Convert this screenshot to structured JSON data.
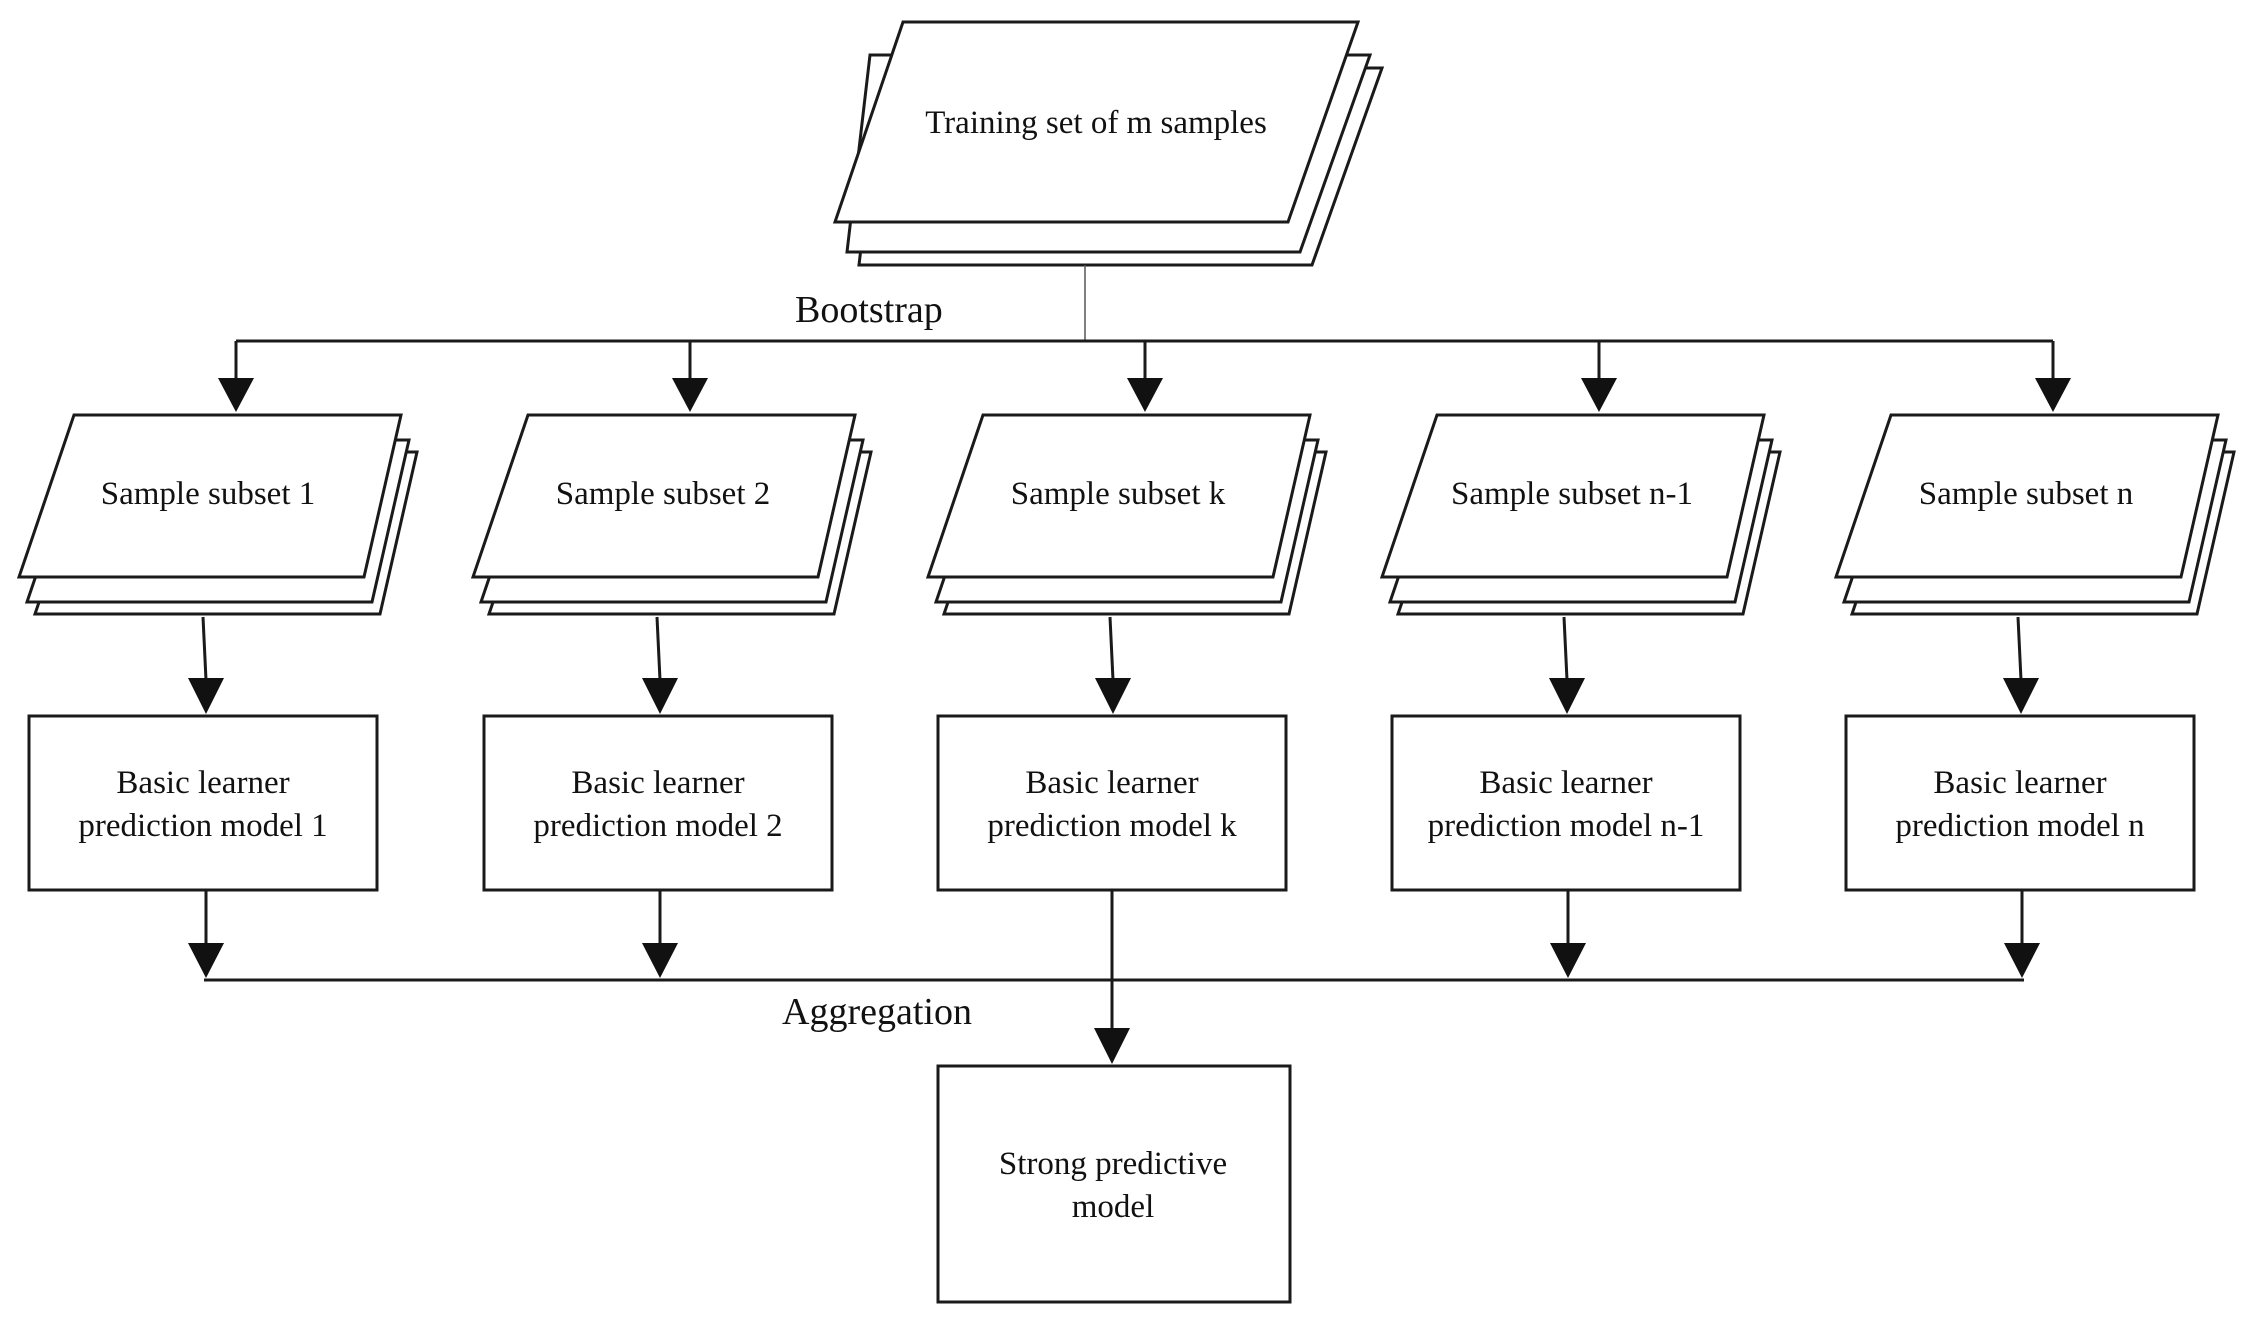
{
  "diagram": {
    "training_set": "Training set of m samples",
    "bootstrap_label": "Bootstrap",
    "aggregation_label": "Aggregation",
    "subsets": [
      "Sample subset 1",
      "Sample subset 2",
      "Sample subset k",
      "Sample subset n-1",
      "Sample subset n"
    ],
    "learners": [
      [
        "Basic learner",
        "prediction model 1"
      ],
      [
        "Basic learner",
        "prediction model 2"
      ],
      [
        "Basic learner",
        "prediction model k"
      ],
      [
        "Basic learner",
        "prediction model n-1"
      ],
      [
        "Basic learner",
        "prediction model n"
      ]
    ],
    "strong_model": [
      "Strong predictive",
      "model"
    ]
  }
}
